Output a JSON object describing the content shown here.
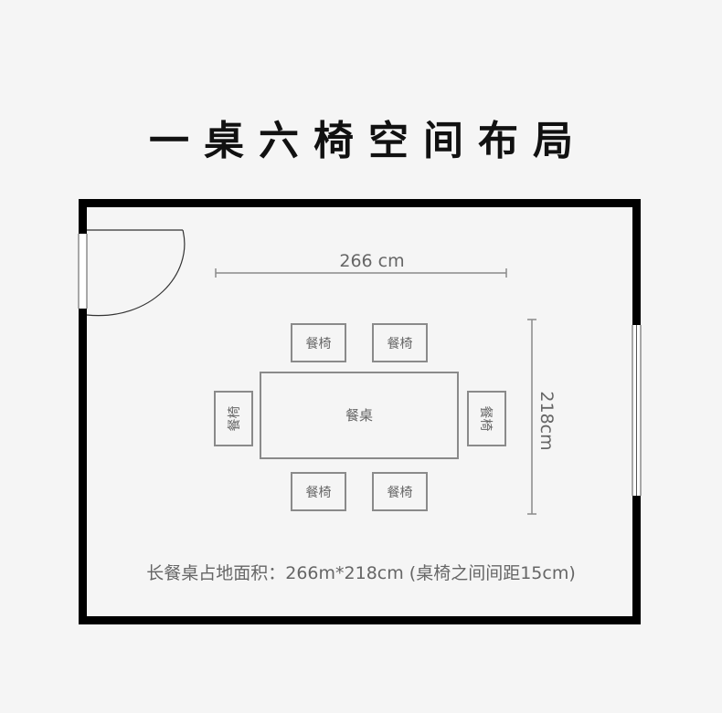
{
  "title": "一桌六椅空间布局",
  "width_label": "266 cm",
  "height_label": "218cm",
  "table_label": "餐桌",
  "chair_labels": {
    "top_left": "餐椅",
    "top_right": "餐椅",
    "left": "餐椅",
    "right": "餐椅",
    "bottom_left": "餐椅",
    "bottom_right": "餐椅"
  },
  "caption": "长餐桌占地面积：266m*218cm (桌椅之间间距15cm)",
  "colors": {
    "wall": "#000000",
    "furniture": "#8a8a8a",
    "text": "#777777",
    "background": "#f5f5f5"
  }
}
